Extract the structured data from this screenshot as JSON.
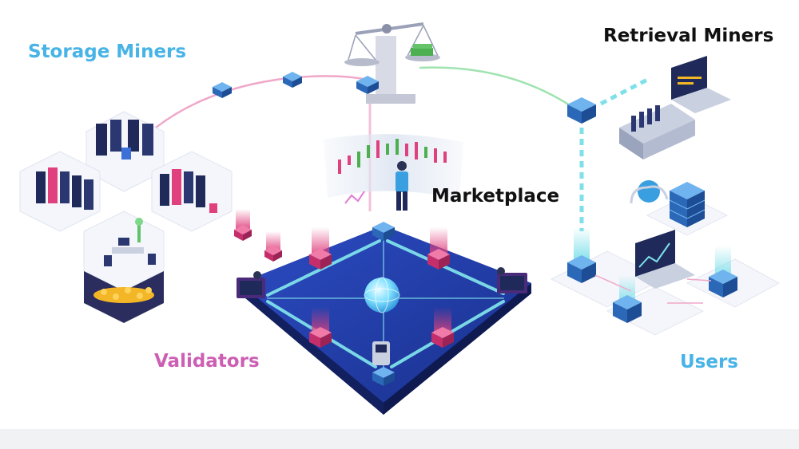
{
  "labels": {
    "storage_miners": "Storage Miners",
    "retrieval_miners": "Retrieval Miners",
    "marketplace": "Marketplace",
    "validators": "Validators",
    "users": "Users"
  },
  "colors": {
    "storage": "#47b3e6",
    "validators": "#cc5fb4",
    "users": "#47b3e6",
    "platform": "#1f3aa8",
    "platform_edge": "#15246e",
    "node": "#3f7fd6",
    "node_glow": "#e0407d",
    "link_pink": "#f0a7c8",
    "link_green": "#9fe3b0",
    "link_cyan": "#7fe0ea"
  },
  "icons": {
    "balance": "balance-scale-icon",
    "globe": "globe-icon",
    "laptop": "laptop-icon",
    "server": "server-rack-icon",
    "coins": "coin-pile-icon",
    "person": "person-icon",
    "atm": "kiosk-icon"
  }
}
